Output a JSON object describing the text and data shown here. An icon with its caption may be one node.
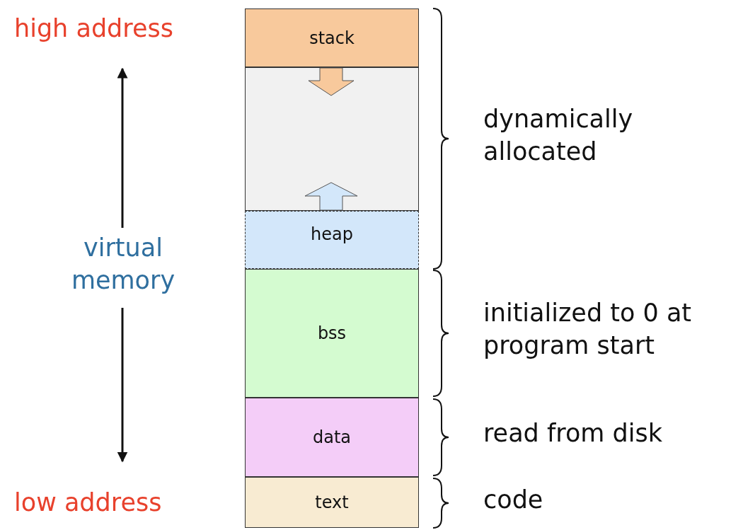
{
  "diagram": {
    "nodes": [
      {
        "text": [
          "stack"
        ]
      },
      {
        "text": [],
        "shape": "box"
      },
      {
        "text": [
          "heap"
        ]
      },
      {
        "text": [
          "bss"
        ]
      },
      {
        "text": [
          "data"
        ]
      },
      {
        "text": [
          "text"
        ]
      }
    ],
    "labels": [
      "high address",
      "virtual memory",
      "low address",
      "dynamically allocated",
      "initialized to 0 at program start",
      "read from disk",
      "code"
    ]
  }
}
